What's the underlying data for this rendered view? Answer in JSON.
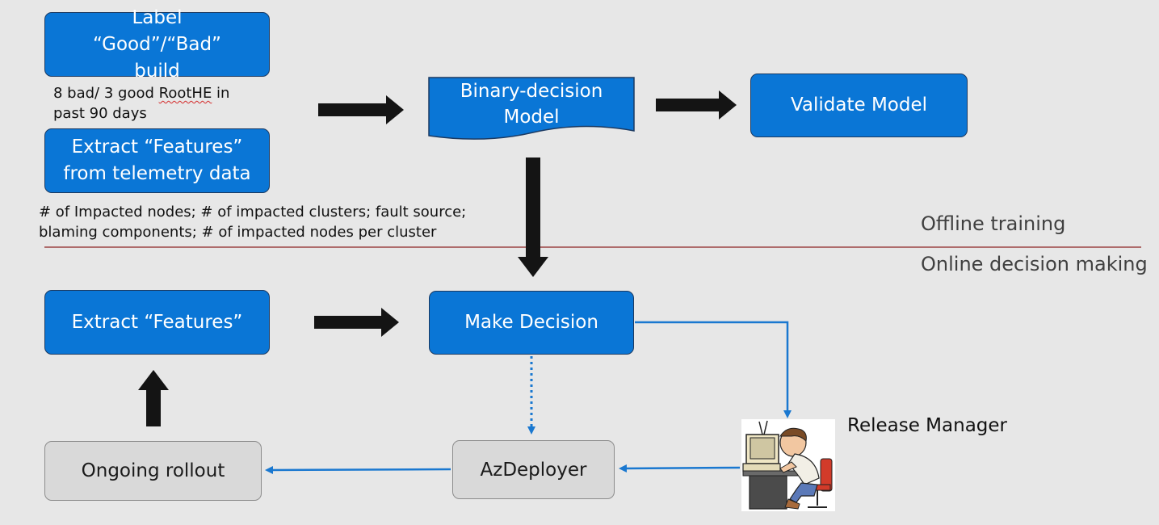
{
  "boxes": {
    "label_good_bad": "Label “Good”/“Bad” build",
    "extract_features_telemetry": "Extract “Features” from telemetry data",
    "binary_decision_model": "Binary-decision Model",
    "validate_model": "Validate Model",
    "extract_features": "Extract “Features”",
    "make_decision": "Make Decision",
    "ongoing_rollout": "Ongoing rollout",
    "azdeployer": "AzDeployer"
  },
  "notes": {
    "label_stats_prefix": "8 bad/ 3 good ",
    "label_stats_term": "RootHE",
    "label_stats_suffix": " in past 90 days",
    "features_line1": "# of Impacted nodes; # of impacted clusters; fault source;",
    "features_line2": "blaming components; # of impacted nodes per cluster"
  },
  "sections": {
    "offline": "Offline training",
    "online": "Online decision making"
  },
  "actors": {
    "release_manager": "Release Manager"
  },
  "colors": {
    "box_blue": "#0a76d6",
    "connector_blue": "#1a78d0",
    "divider_red": "#8b2323",
    "arrow_black": "#141414"
  }
}
